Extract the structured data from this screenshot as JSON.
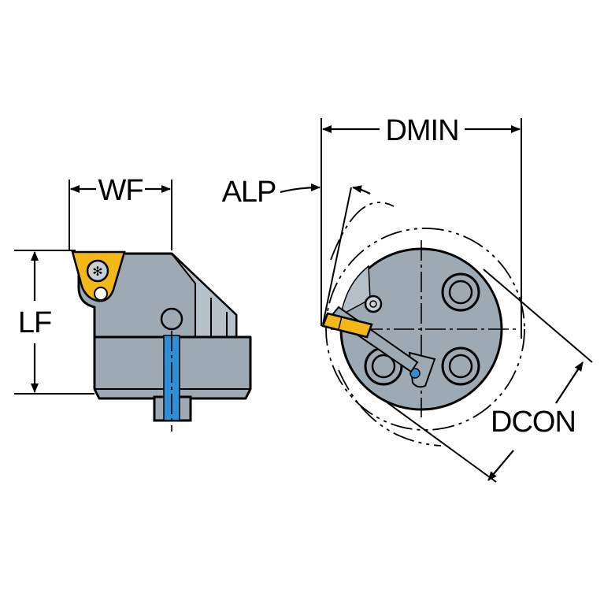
{
  "labels": {
    "wf": "WF",
    "lf": "LF",
    "alp": "ALP",
    "dmin": "DMIN",
    "dcon": "DCON"
  },
  "colors": {
    "body_gray": "#9eaab3",
    "body_light": "#b6c0c8",
    "body_dark": "#7f8b95",
    "insert_gold": "#f2b818",
    "coolant_blue": "#2e8fd6",
    "line": "#000000",
    "background": "#ffffff"
  }
}
